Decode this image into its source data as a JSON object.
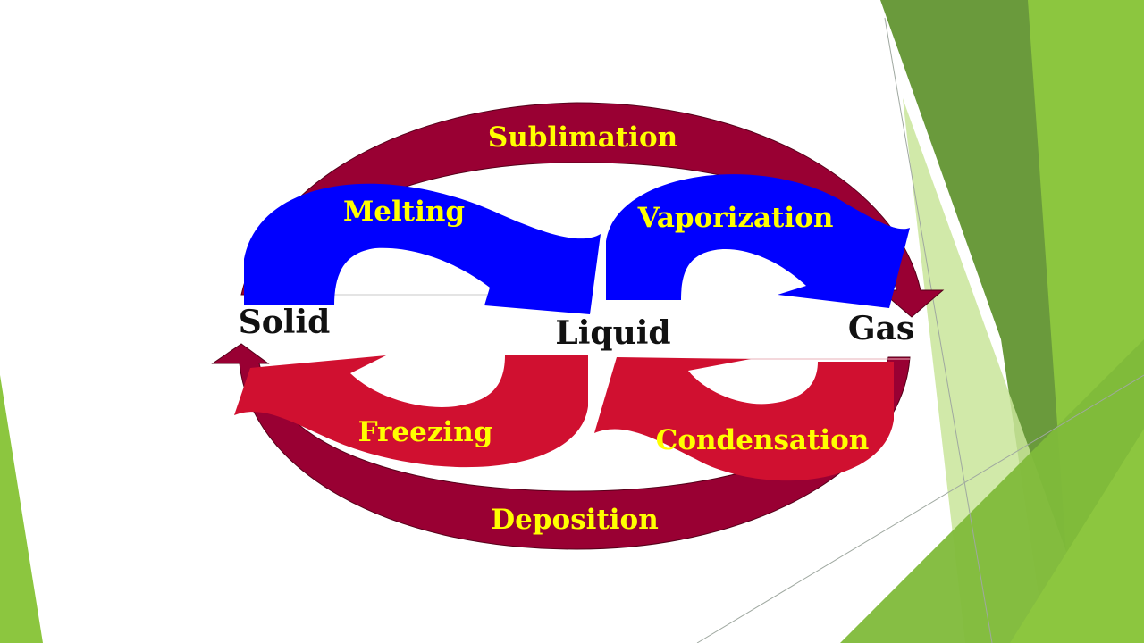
{
  "colors": {
    "outer_ring": "#990033",
    "heating_arrows": "#0000ff",
    "cooling_arrows": "#d01030",
    "process_text": "#ffff00",
    "state_text": "#111111",
    "accent_greens": [
      "#8cc63f",
      "#6a9a3c",
      "#c9e59a",
      "#7fba3a"
    ]
  },
  "states": {
    "solid": "Solid",
    "liquid": "Liquid",
    "gas": "Gas"
  },
  "processes": {
    "sublimation": "Sublimation",
    "melting": "Melting",
    "vaporization": "Vaporization",
    "freezing": "Freezing",
    "condensation": "Condensation",
    "deposition": "Deposition"
  }
}
